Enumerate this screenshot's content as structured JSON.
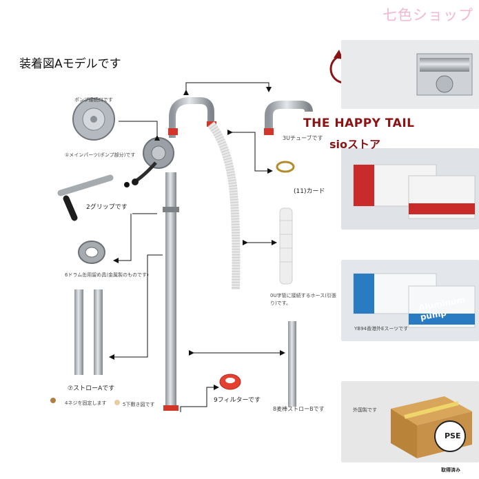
{
  "title": "装着図Aモデルです",
  "brand": "七色ショップ",
  "store": {
    "name_en": "THE HAPPY TAIL",
    "name_jp": "sioストア"
  },
  "parts": {
    "pump_connection": "ポンプ接続口です",
    "main_part": "①メインパーツ(ポンプ部分)です",
    "grip": "2グリップです",
    "drum_fitting": "6ドラム缶用留め具(金属製のものです)",
    "straw_a": "⑦ストローAです",
    "screw_fix": "4ネジを固定します",
    "screw_washer": "5下敷き図です",
    "tube": "3Uチューブです",
    "card": "(11)カード",
    "hose": "0U字管に接続するホース(引張り)です。",
    "filter": "9フィルターです",
    "straw_b": "8麦棒ストローBです"
  },
  "photos": {
    "box_caption": "YB94香港外Eスーツです",
    "box_label": "Aluminum pump",
    "carton_caption": "外国製です",
    "certified": "取得済み",
    "pse_mark": "PSE"
  },
  "colors": {
    "brand_pink": "#f2b8d0",
    "store_red": "#8a1414",
    "pump_red": "#d2352a",
    "metal": "#a9aeb3"
  }
}
